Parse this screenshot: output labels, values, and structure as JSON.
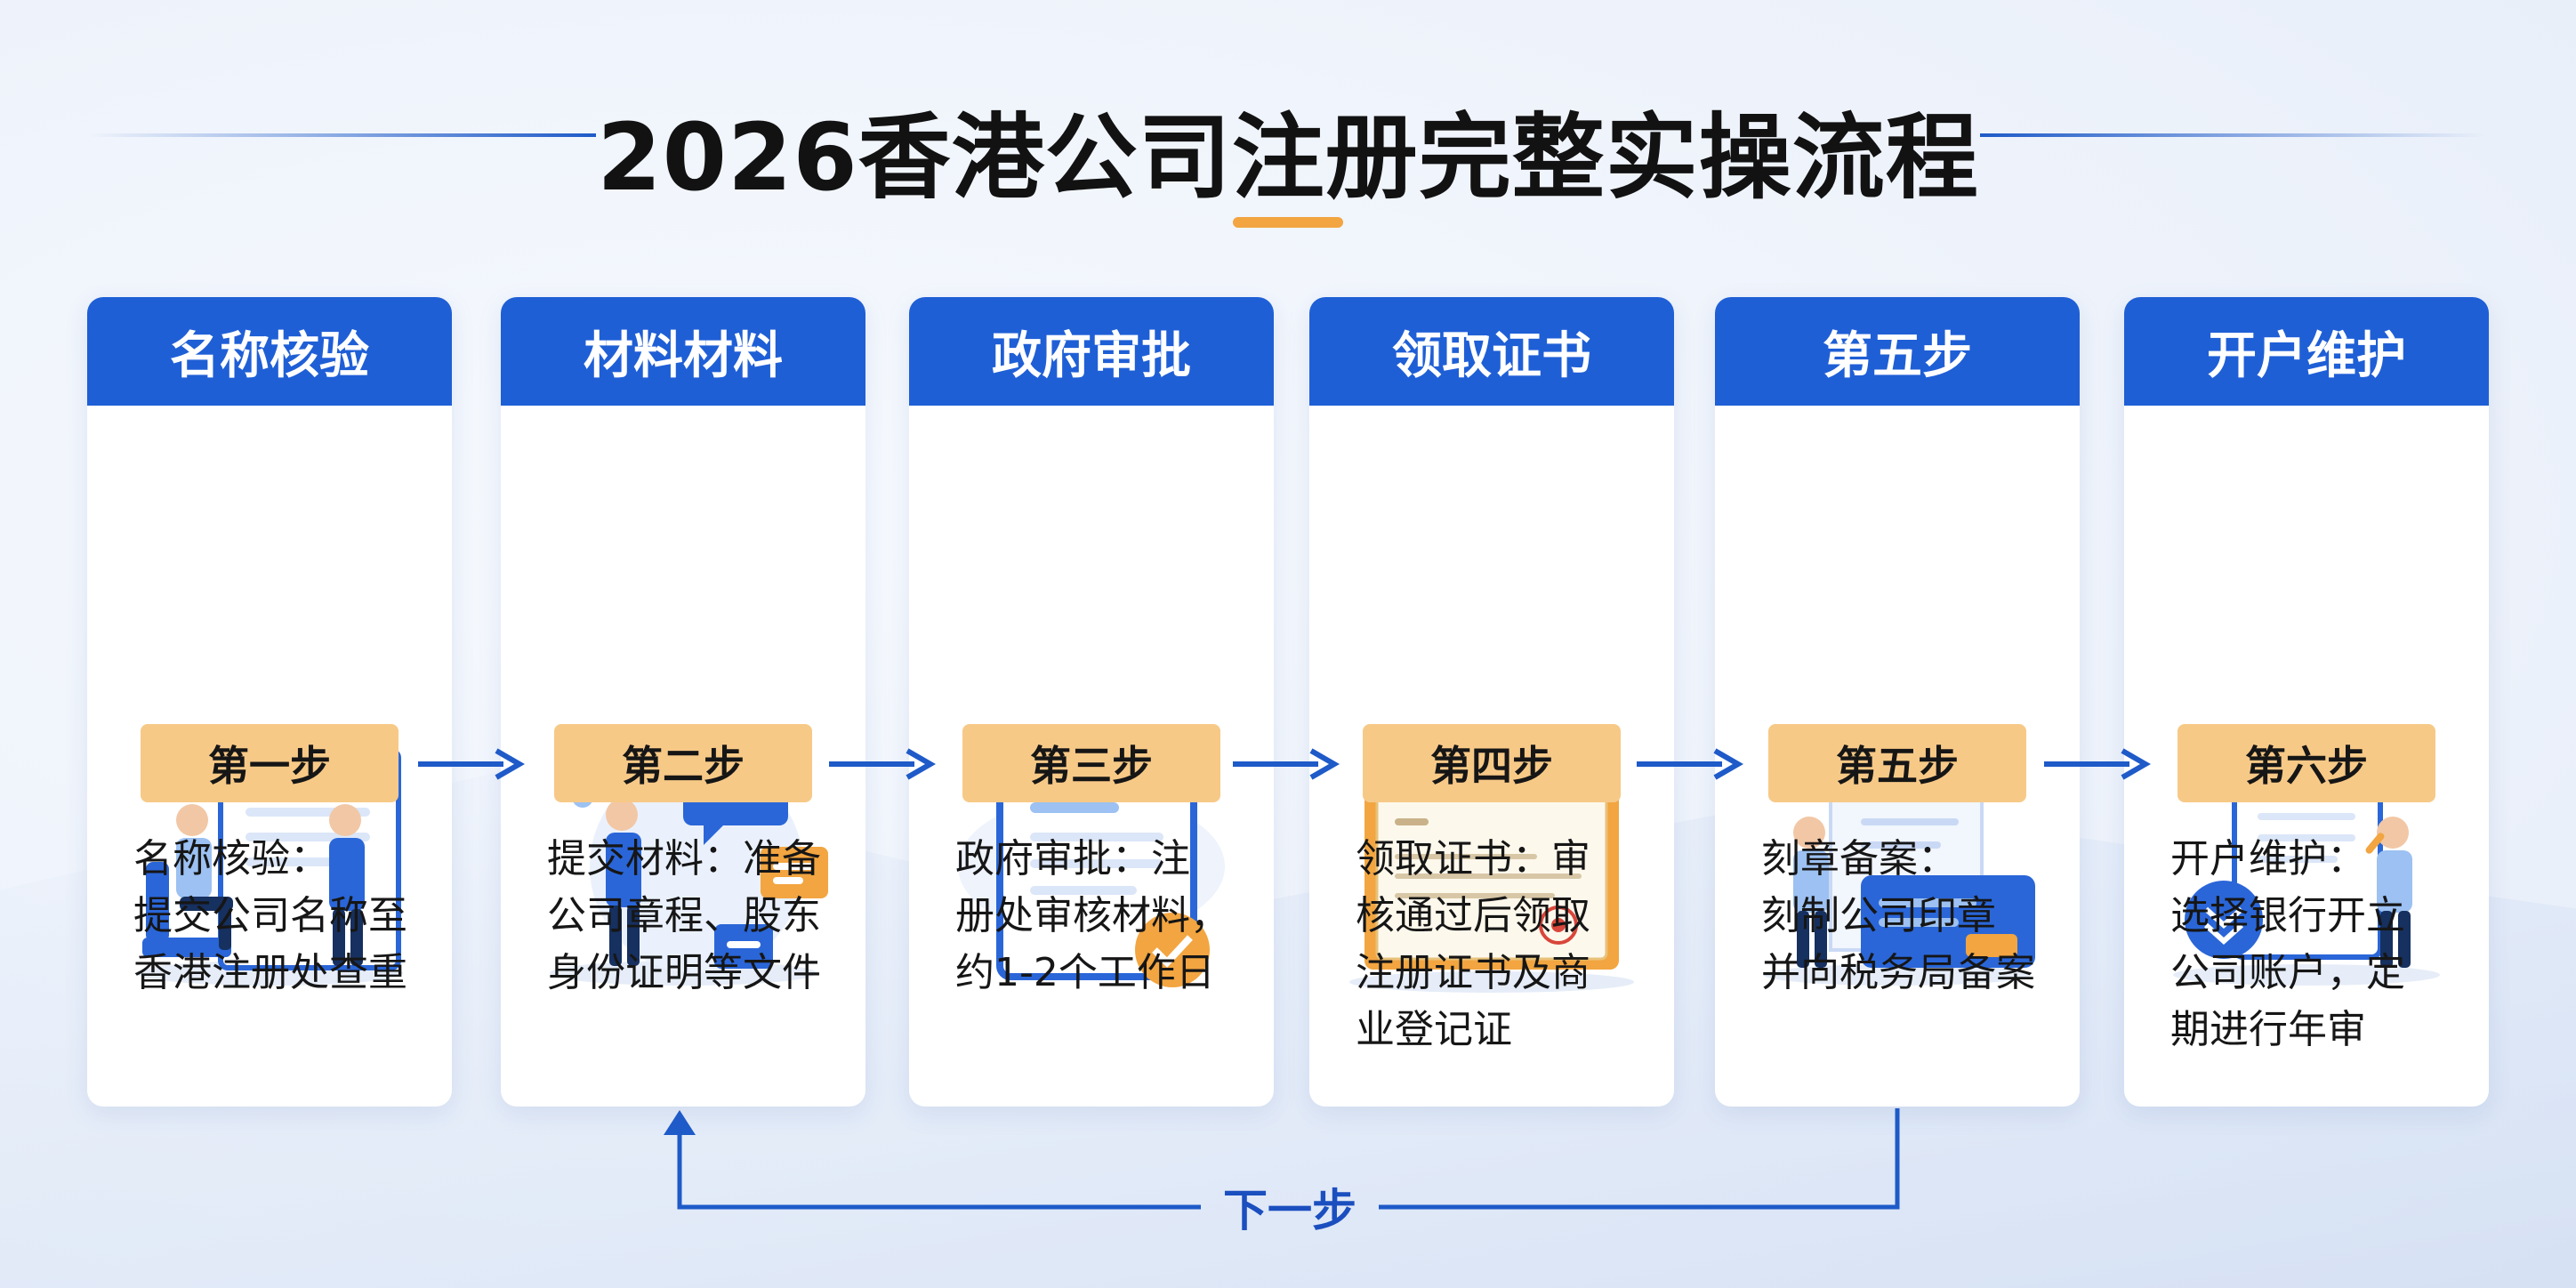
{
  "title": "2026香港公司注册完整实操流程",
  "loop_label": "下一步",
  "colors": {
    "accent": "#1f5fd6",
    "badge": "#f7c987",
    "title_underline": "#f2a540"
  },
  "cards": [
    {
      "header": "名称核验",
      "step": "第一步",
      "desc_lines": [
        "名称核验：",
        "提交公司名称至",
        "香港注册处查重"
      ],
      "icon": "name-check-illustration"
    },
    {
      "header": "材料材料",
      "step": "第二步",
      "desc_lines": [
        "提交材料：准备",
        "公司章程、股东",
        "身份证明等文件"
      ],
      "icon": "chat-documents-illustration"
    },
    {
      "header": "政府审批",
      "step": "第三步",
      "desc_lines": [
        "政府审批：注",
        "册处审核材料，",
        "约1-2个工作日"
      ],
      "icon": "clipboard-check-illustration"
    },
    {
      "header": "领取证书",
      "step": "第四步",
      "desc_lines": [
        "领取证书：审",
        "核通过后领取",
        "注册证书及商",
        "业登记证"
      ],
      "icon": "certificate-illustration"
    },
    {
      "header": "第五步",
      "step": "第五步",
      "desc_lines": [
        "刻章备案：",
        "刻制公司印章",
        "并向税务局备案"
      ],
      "icon": "seal-filing-illustration"
    },
    {
      "header": "开户维护",
      "step": "第六步",
      "desc_lines": [
        "开户维护：",
        "选择银行开立",
        "公司账户，定",
        "期进行年审"
      ],
      "icon": "bank-account-illustration"
    }
  ]
}
